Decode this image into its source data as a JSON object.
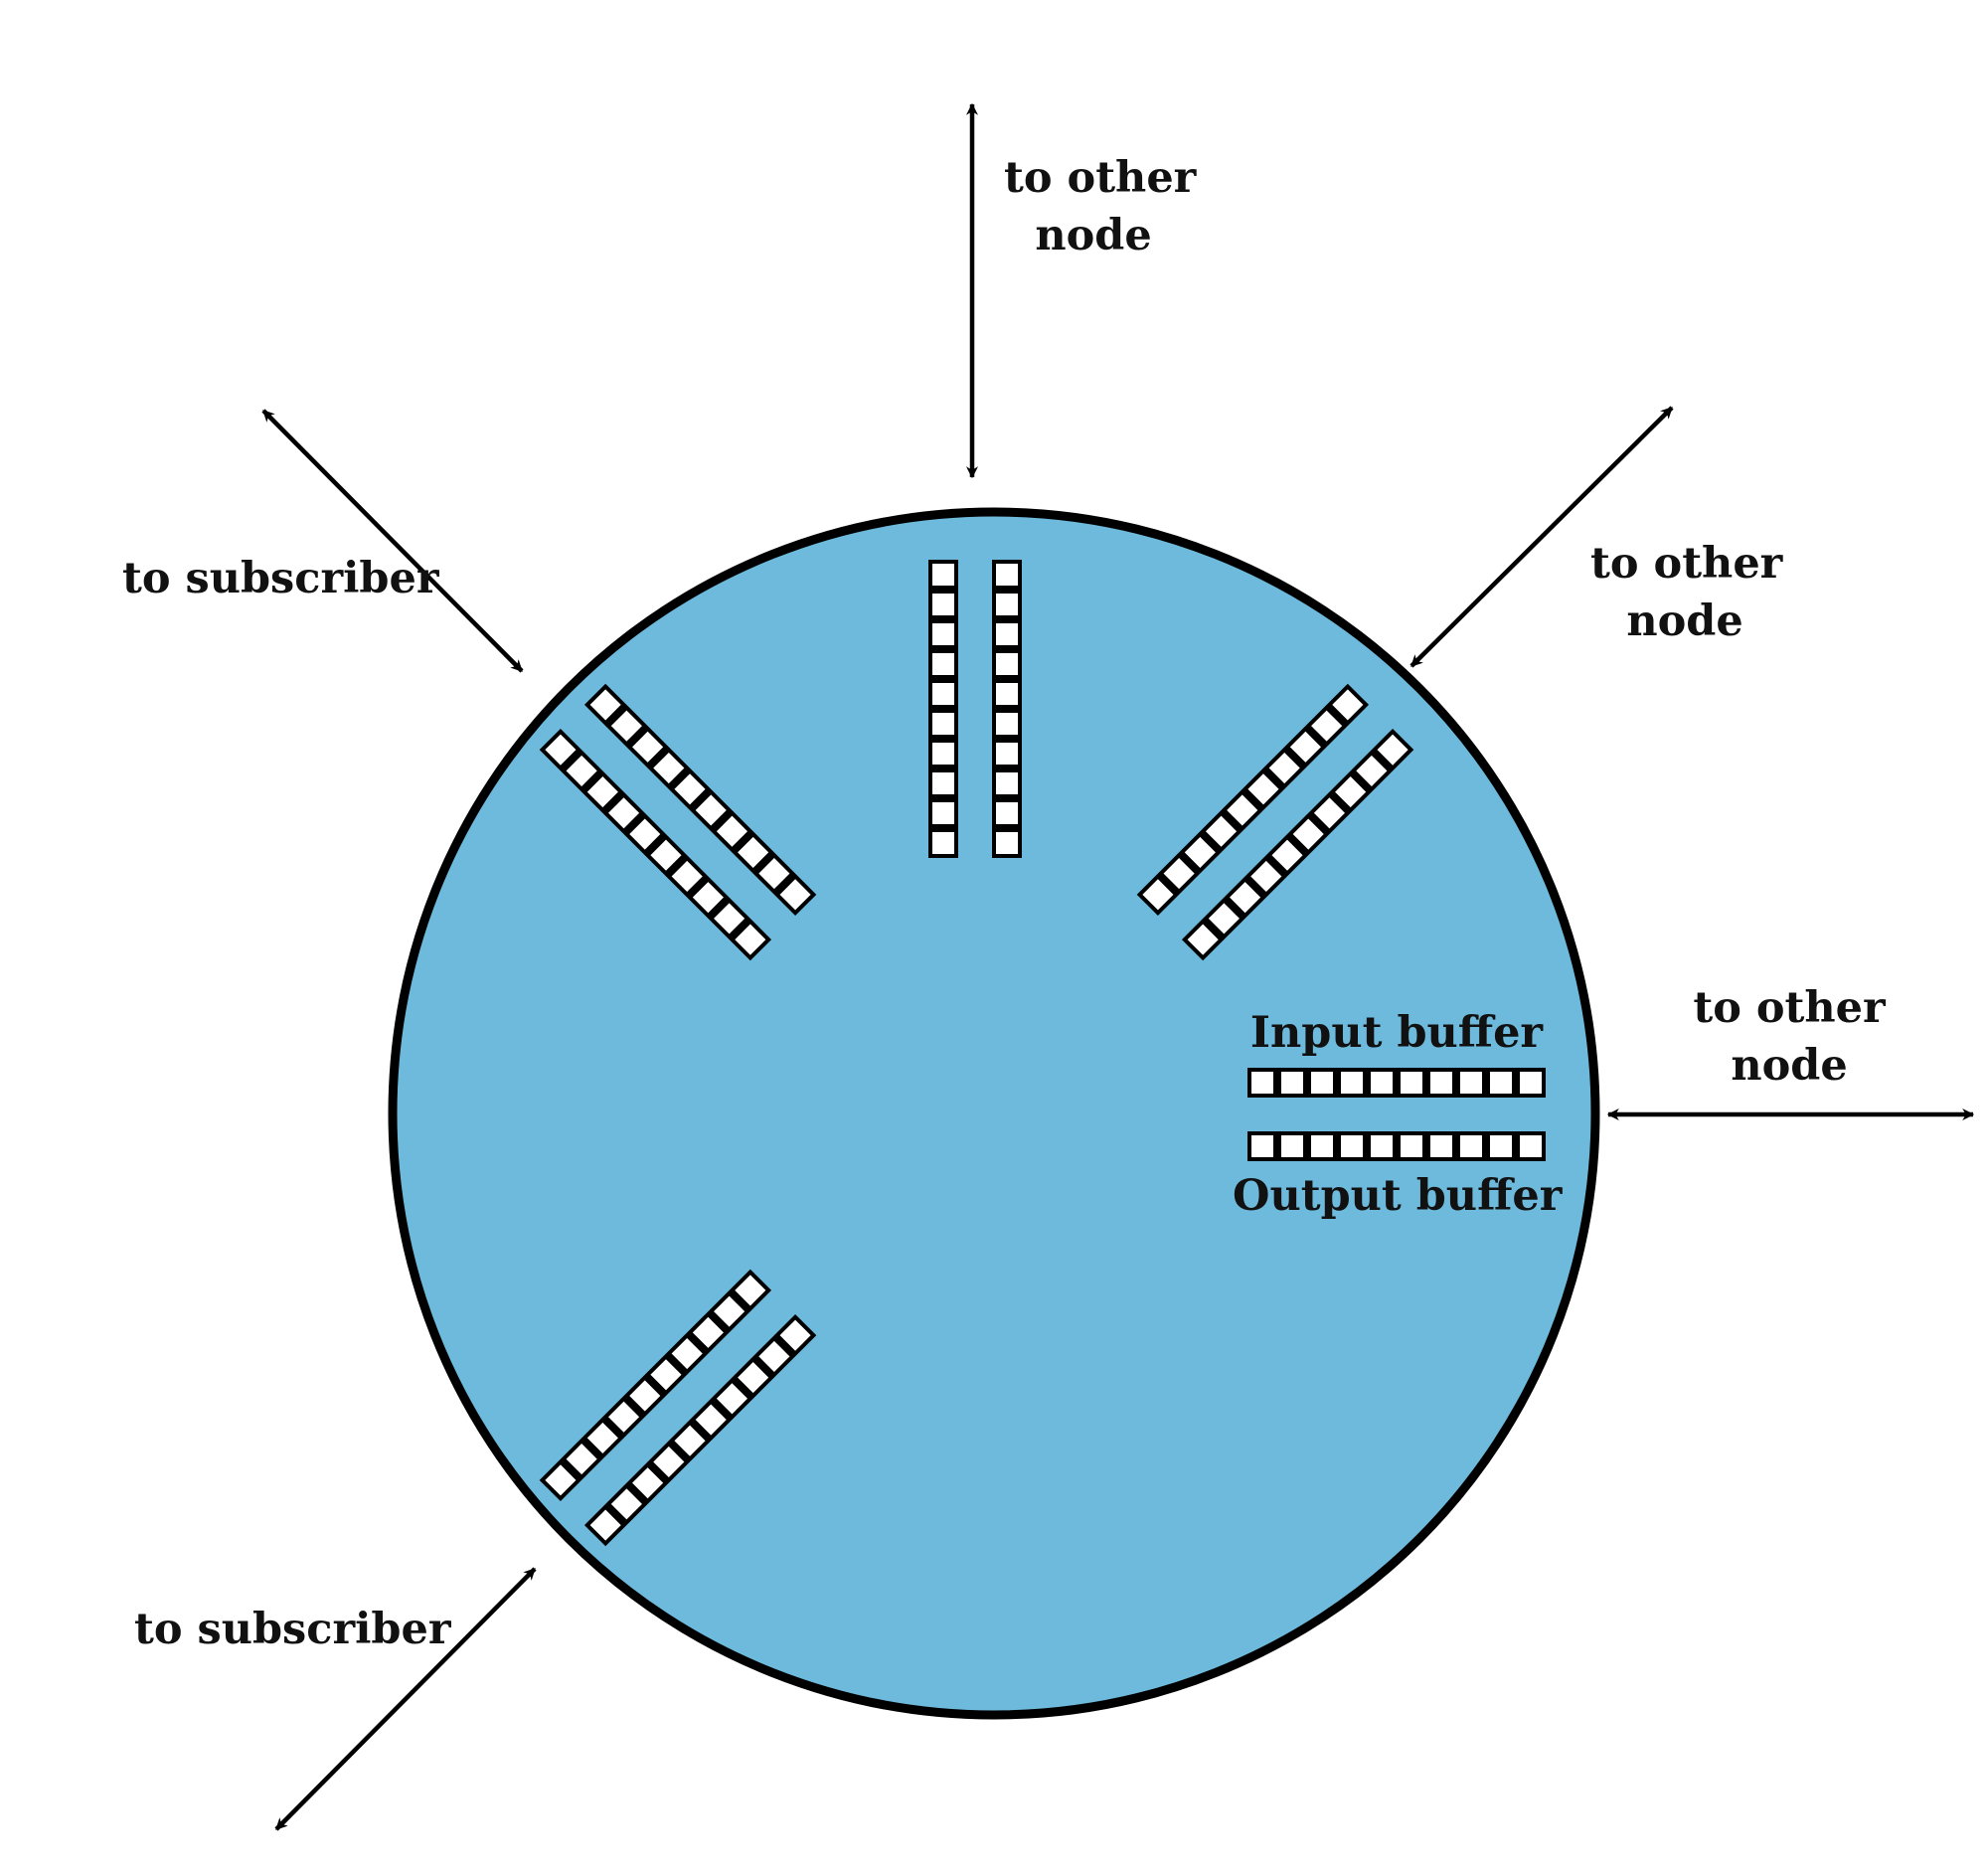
{
  "diagram": {
    "node_fill": "#6dbadc",
    "stroke_color": "#000000",
    "cell_fill": "#ffffff",
    "labels": {
      "top_node": [
        "to other",
        "node"
      ],
      "upper_right_node": [
        "to other",
        "node"
      ],
      "right_node": [
        "to other",
        "node"
      ],
      "upper_left_subscriber": "to subscriber",
      "lower_left_subscriber": "to subscriber",
      "input_buffer": "Input buffer",
      "output_buffer": "Output buffer"
    }
  }
}
